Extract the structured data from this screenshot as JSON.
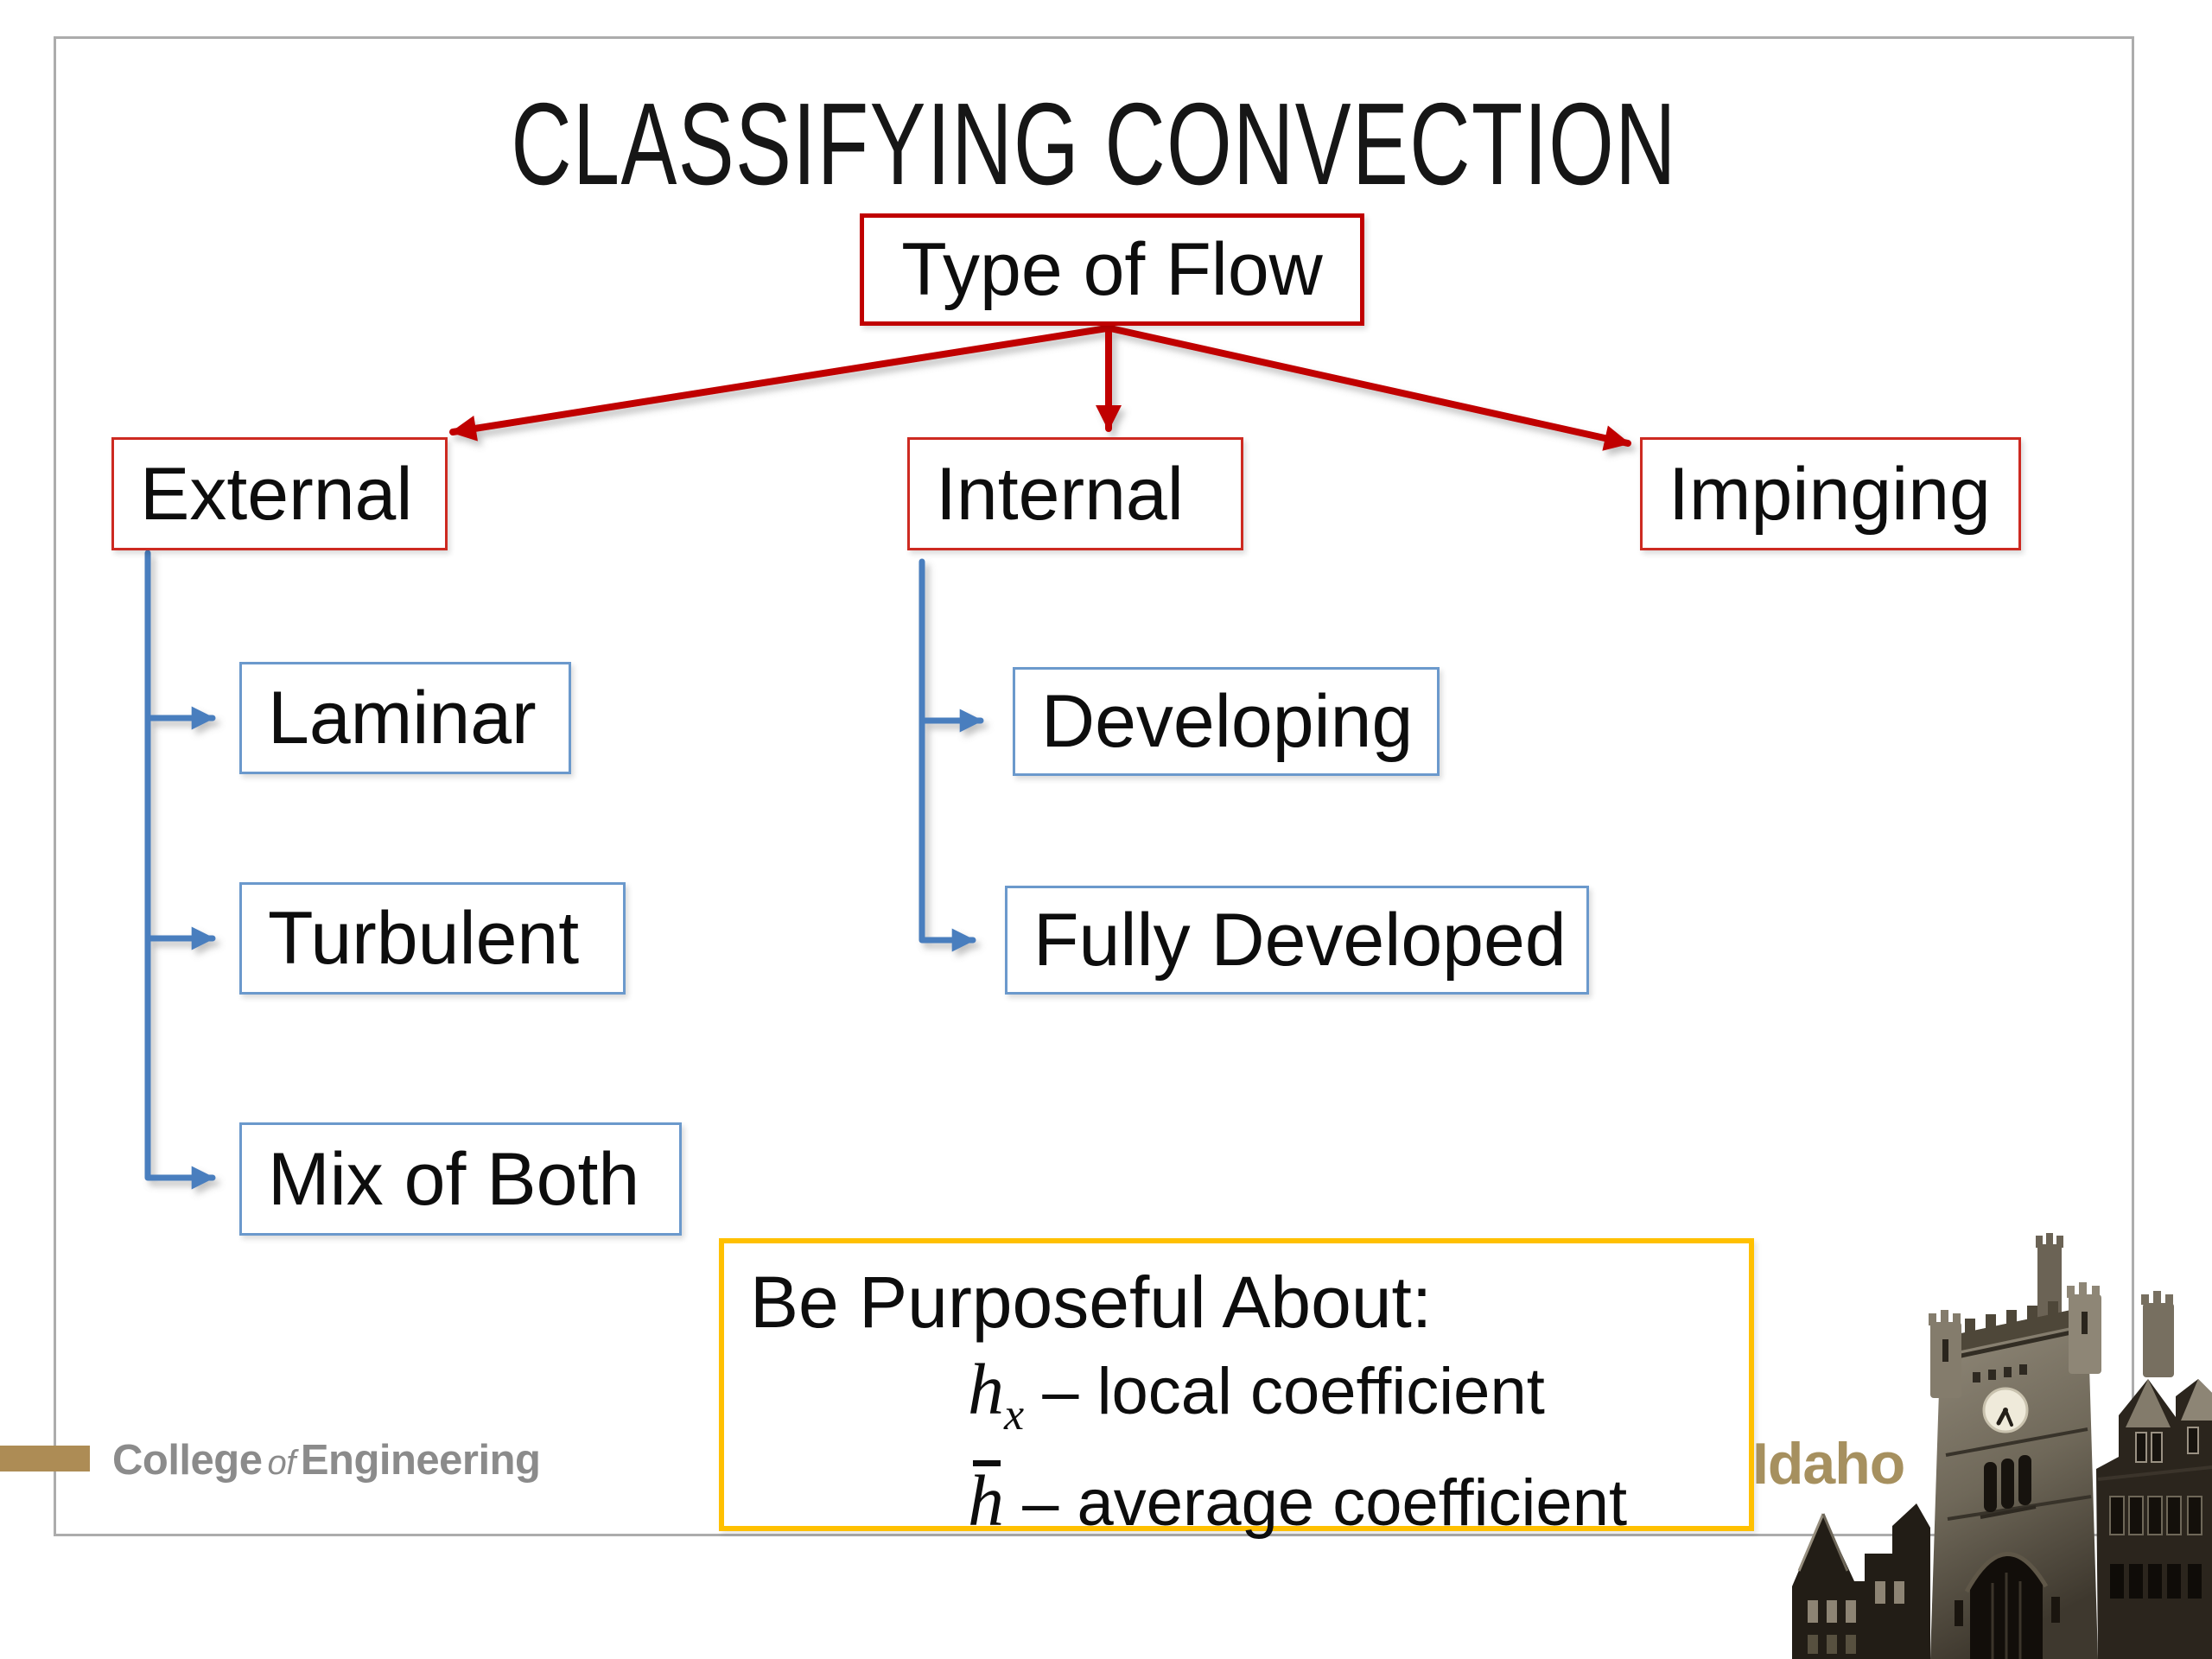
{
  "slide": {
    "title": "CLASSIFYING CONVECTION"
  },
  "flowchart": {
    "root": {
      "label": "Type of Flow"
    },
    "branches": [
      {
        "label": "External"
      },
      {
        "label": "Internal"
      },
      {
        "label": "Impinging"
      }
    ],
    "external_children": [
      {
        "label": "Laminar"
      },
      {
        "label": "Turbulent"
      },
      {
        "label": "Mix of Both"
      }
    ],
    "internal_children": [
      {
        "label": "Developing"
      },
      {
        "label": "Fully Developed"
      }
    ]
  },
  "callout": {
    "heading": "Be Purposeful About:",
    "line1": {
      "symbol": "h",
      "subscript": "x",
      "text": "– local coefficient"
    },
    "line2": {
      "symbol": "h",
      "text": "– average coefficient"
    }
  },
  "footer": {
    "college_word1": "College",
    "college_word2": "of",
    "college_word3": "Engineering",
    "university_name": "Idaho"
  },
  "colors": {
    "flow_red": "#C00000",
    "branch_border_red": "#CD2A21",
    "connector_blue": "#4A7EBE",
    "child_border_blue": "#6B99CC",
    "callout_border_gold": "#FFC000",
    "brand_bar_gold": "#AD8C55",
    "college_text_gray": "#8B8B8B",
    "idaho_gold": "#A6905F",
    "slide_border_gray": "#ACACAC"
  }
}
